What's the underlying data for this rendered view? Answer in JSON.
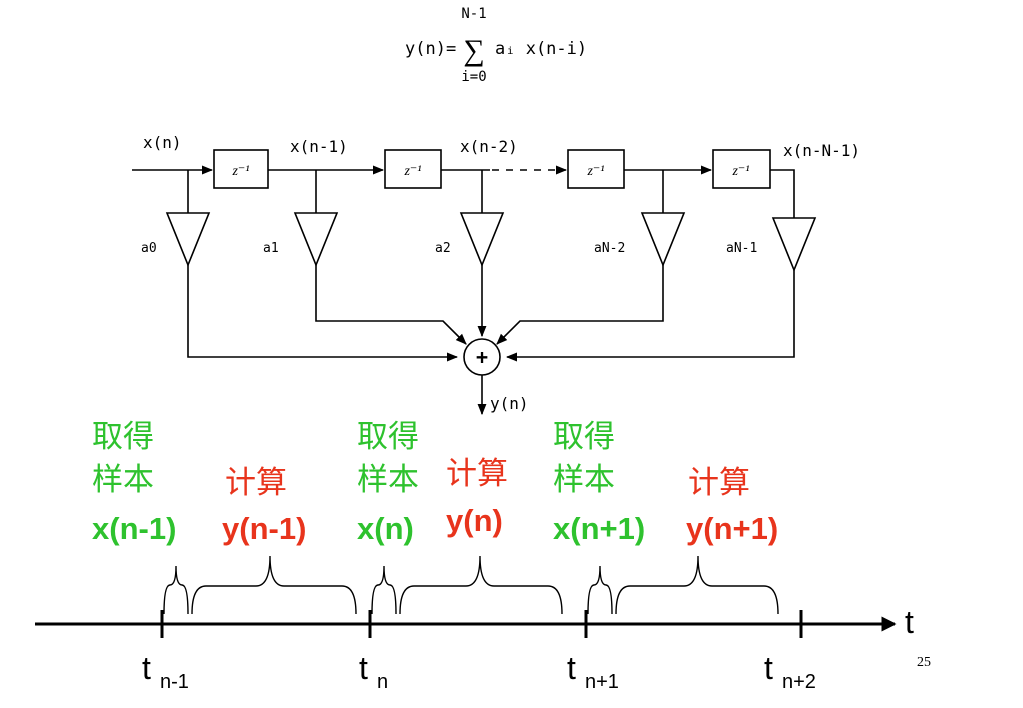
{
  "formula": {
    "lhs": "y(n)=",
    "sum_top": "N-1",
    "sum_symbol": "∑",
    "sum_bottom": "i=0",
    "term": "aᵢ x(n-i)"
  },
  "fir_diagram": {
    "signals": {
      "input": "x(n)",
      "d1": "x(n-1)",
      "d2": "x(n-2)",
      "dlast": "x(n-N-1)",
      "output": "y(n)"
    },
    "delay_label": "z⁻¹",
    "adder_symbol": "+",
    "coefficients": [
      "a0",
      "a1",
      "a2",
      "aN-2",
      "aN-1"
    ]
  },
  "timeline": {
    "segments": [
      {
        "sample_line1": "取得",
        "sample_line2": "样本",
        "sample_var": "x(n-1)",
        "compute_label": "计算",
        "compute_var": "y(n-1)"
      },
      {
        "sample_line1": "取得",
        "sample_line2": "样本",
        "sample_var": "x(n)",
        "compute_label": "计算",
        "compute_var": "y(n)"
      },
      {
        "sample_line1": "取得",
        "sample_line2": "样本",
        "sample_var": "x(n+1)",
        "compute_label": "计算",
        "compute_var": "y(n+1)"
      }
    ],
    "ticks": [
      {
        "base": "t",
        "sub": "n-1"
      },
      {
        "base": "t",
        "sub": "n"
      },
      {
        "base": "t",
        "sub": "n+1"
      },
      {
        "base": "t",
        "sub": "n+2"
      }
    ],
    "axis_label": "t"
  },
  "slide_number": "25",
  "colors": {
    "sample": "#2ec22e",
    "compute": "#e8341c",
    "ink": "#000000"
  }
}
